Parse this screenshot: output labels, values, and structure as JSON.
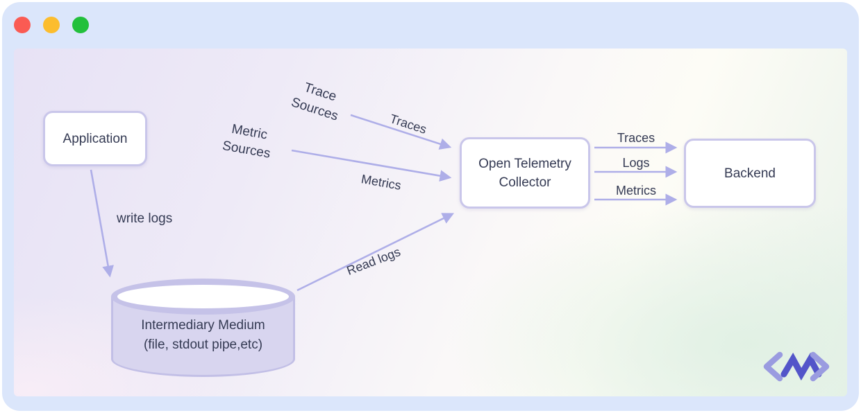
{
  "window": {
    "controls": [
      {
        "name": "close",
        "color": "#fa5b53"
      },
      {
        "name": "minimize",
        "color": "#fcbd2e"
      },
      {
        "name": "maximize",
        "color": "#22c03c"
      }
    ]
  },
  "diagram": {
    "nodes": {
      "application": {
        "label": "Application"
      },
      "collector": {
        "label": "Open Telemetry\nCollector"
      },
      "backend": {
        "label": "Backend"
      },
      "intermediary_medium": {
        "label": "Intermediary Medium\n(file, stdout pipe,etc)"
      }
    },
    "source_labels": {
      "trace_sources": "Trace\nSources",
      "metric_sources": "Metric\nSources"
    },
    "edge_labels": {
      "traces_in": "Traces",
      "metrics_in": "Metrics",
      "write_logs": "write logs",
      "read_logs": "Read logs",
      "traces_out": "Traces",
      "logs_out": "Logs",
      "metrics_out": "Metrics"
    },
    "colors": {
      "arrow": "#aeaee8",
      "text": "#343a53",
      "node_border": "#c9c6ea",
      "cylinder_fill": "#d8d5ef",
      "cylinder_rim": "#c5c2e8",
      "logo_bracket": "#9a9be0",
      "logo_zigzag": "#5355c9"
    },
    "logo": "code-zigzag-logo"
  }
}
